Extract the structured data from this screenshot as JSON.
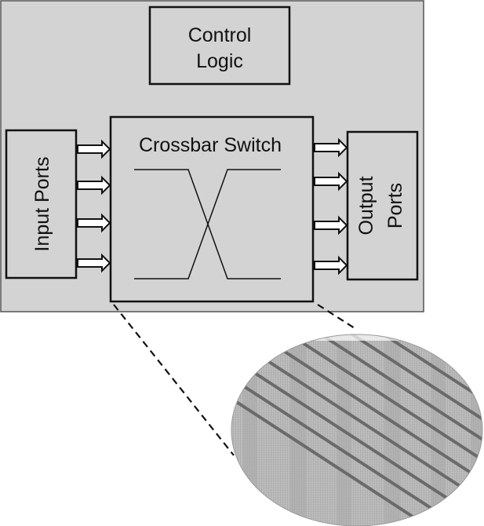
{
  "diagram": {
    "control_logic": {
      "line1": "Control",
      "line2": "Logic"
    },
    "crossbar": {
      "title": "Crossbar Switch"
    },
    "input_ports": {
      "label": "Input Ports"
    },
    "output_ports": {
      "line1": "Output",
      "line2": "Ports"
    },
    "input_arrow_count": 4,
    "output_arrow_count": 4,
    "colors": {
      "panel": "#d3d3d3",
      "border": "#111111",
      "chip_light": "#bdbdbd",
      "chip_dark": "#6a6a6a"
    },
    "magnified_view": {
      "icon": "chip-layout-image"
    }
  }
}
